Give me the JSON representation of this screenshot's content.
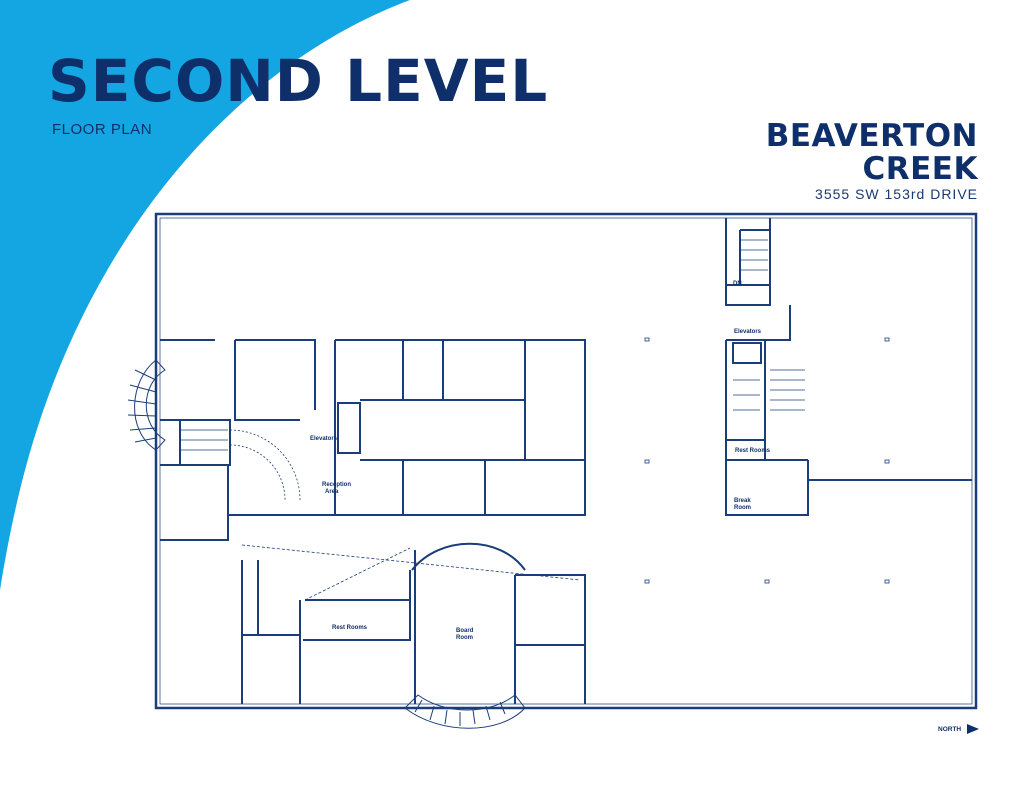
{
  "header": {
    "title": "SECOND LEVEL",
    "subtitle": "FLOOR PLAN",
    "building_line1": "BEAVERTON",
    "building_line2": "CREEK",
    "address": "3555 SW 153rd DRIVE"
  },
  "plan": {
    "labels": {
      "elevators_left": "Elevators",
      "reception_line1": "Reception",
      "reception_line2": "Area",
      "elevators_right": "Elevators",
      "rest_rooms_right": "Rest Rooms",
      "break_room_line1": "Break",
      "break_room_line2": "Room",
      "rest_rooms_left": "Rest Rooms",
      "board_room_line1": "Board",
      "board_room_line2": "Room",
      "stair_dn": "DN"
    }
  },
  "compass": {
    "label": "NORTH"
  },
  "colors": {
    "navy": "#0f2f6b",
    "accent": "#13a6e3",
    "line": "#1b3d7a"
  }
}
